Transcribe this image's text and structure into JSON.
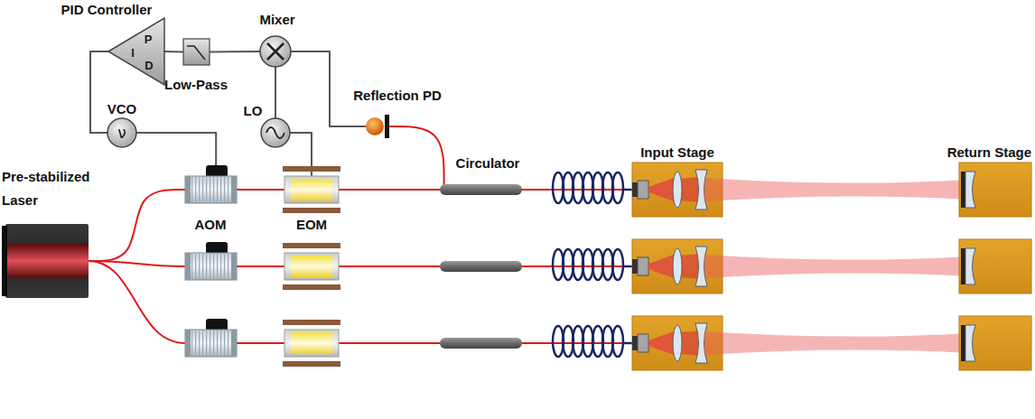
{
  "diagram": {
    "nodes": [
      {
        "text": [
          "Pre-stabilized Laser"
        ]
      },
      {
        "text": [
          "AOM"
        ]
      },
      {
        "text": [
          "EOM"
        ]
      },
      {
        "text": [
          "Circulator"
        ]
      },
      {
        "text": [
          "Input Stage"
        ]
      },
      {
        "text": [
          "Return Stage"
        ]
      },
      {
        "text": [
          "Reflection PD"
        ]
      },
      {
        "text": [
          "Mixer"
        ]
      },
      {
        "text": [
          "Low-Pass"
        ]
      },
      {
        "text": [
          "PID Controller",
          "P",
          "I",
          "D"
        ]
      },
      {
        "text": [
          "VCO",
          "ν"
        ]
      },
      {
        "text": [
          "LO"
        ]
      }
    ],
    "edges": [
      {
        "from": 0,
        "to": 1,
        "arrow": "none"
      },
      {
        "from": 1,
        "to": 2,
        "arrow": "none"
      },
      {
        "from": 2,
        "to": 3,
        "arrow": "none"
      },
      {
        "from": 3,
        "to": 4,
        "arrow": "none"
      },
      {
        "from": 3,
        "to": 6,
        "arrow": "none"
      },
      {
        "from": 6,
        "to": 7,
        "arrow": "none"
      },
      {
        "from": 11,
        "to": 7,
        "arrow": "none"
      },
      {
        "from": 7,
        "to": 8,
        "arrow": "none"
      },
      {
        "from": 8,
        "to": 9,
        "arrow": "none"
      },
      {
        "from": 9,
        "to": 10,
        "arrow": "none"
      },
      {
        "from": 10,
        "to": 1,
        "arrow": "none"
      },
      {
        "from": 11,
        "to": 2,
        "arrow": "none"
      }
    ]
  }
}
